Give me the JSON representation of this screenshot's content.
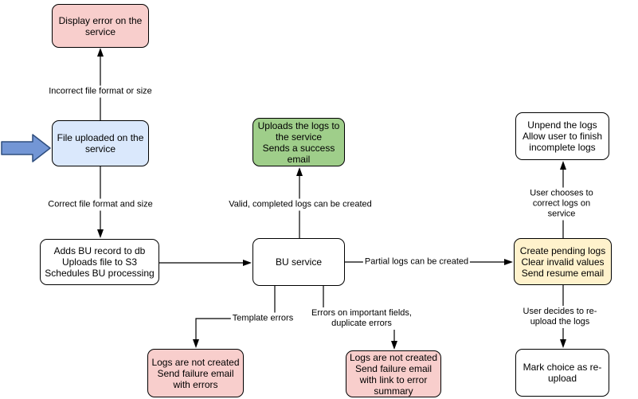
{
  "colors": {
    "pink": "#F8CECC",
    "blue": "#DAE8FC",
    "green": "#9FCE8A",
    "yellow": "#FFF2CC",
    "white": "#FFFFFF",
    "line": "#000000",
    "arrow_blue_fill": "#7396D5",
    "arrow_blue_stroke": "#2F4E7E"
  },
  "nodes": {
    "display_error": {
      "label": "Display error on the\nservice",
      "color": "pink"
    },
    "file_uploaded": {
      "label": "File uploaded on the\nservice",
      "color": "blue"
    },
    "adds_bu_record": {
      "label": "Adds BU record to db\nUploads file to S3\nSchedules BU processing",
      "color": "white"
    },
    "bu_service": {
      "label": "BU service",
      "color": "white"
    },
    "uploads_logs": {
      "label": "Uploads the logs to\nthe service\nSends a success\nemail",
      "color": "green"
    },
    "create_pending_logs": {
      "label": "Create pending logs\nClear invalid values\nSend resume email",
      "color": "yellow"
    },
    "unpend_logs": {
      "label": "Unpend the logs\nAllow user to finish\nincomplete logs",
      "color": "white"
    },
    "mark_choice_reupload": {
      "label": "Mark choice as re-\nupload",
      "color": "white"
    },
    "logs_not_created_errors": {
      "label": "Logs are not created\nSend failure email\nwith errors",
      "color": "pink"
    },
    "logs_not_created_summary": {
      "label": "Logs are not created\nSend failure email\nwith link to error\nsummary",
      "color": "pink"
    }
  },
  "edge_labels": {
    "incorrect_format": "Incorrect file format or size",
    "correct_format": "Correct file format and size",
    "valid_completed": "Valid, completed logs can be created",
    "partial_logs": "Partial logs can be created",
    "template_errors": "Template errors",
    "important_fields": "Errors on important fields,\nduplicate errors",
    "user_corrects": "User chooses to correct logs on service",
    "user_reuploads": "User decides to re-upload the logs"
  }
}
